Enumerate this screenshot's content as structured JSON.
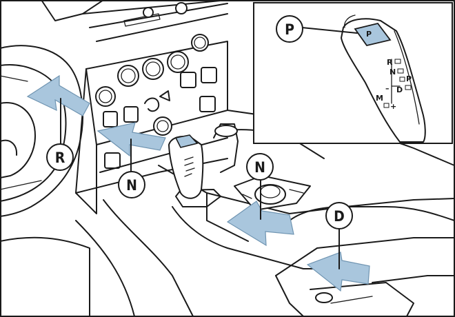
{
  "callouts": {
    "r": "R",
    "n_left": "N",
    "n_center": "N",
    "d": "D",
    "p_inset": "P"
  },
  "gate": {
    "knob_p": "P",
    "r": "R",
    "n": "N",
    "p": "P",
    "d": "D",
    "m": "M",
    "minus": "–",
    "plus": "+"
  },
  "colors": {
    "arrow_fill": "#a9c6dd",
    "arrow_stroke": "#6f94b1",
    "line": "#1a1a1a"
  },
  "icons": [
    "gear-selector-icon",
    "arrow-icon"
  ]
}
